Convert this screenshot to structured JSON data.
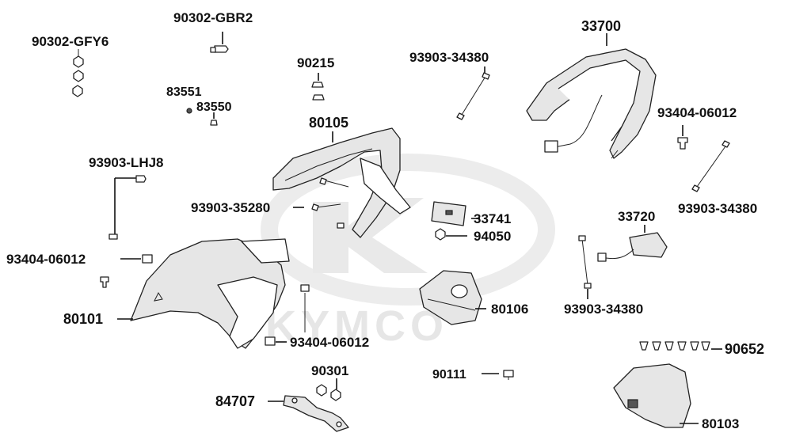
{
  "watermark": "KYMCO",
  "labels": [
    {
      "id": "lbl-90302-GFY6",
      "text": "90302-GFY6"
    },
    {
      "id": "lbl-90302-GBR2",
      "text": "90302-GBR2"
    },
    {
      "id": "lbl-83551",
      "text": "83551"
    },
    {
      "id": "lbl-83550",
      "text": "83550"
    },
    {
      "id": "lbl-90215",
      "text": "90215"
    },
    {
      "id": "lbl-93903-34380-a",
      "text": "93903-34380"
    },
    {
      "id": "lbl-33700",
      "text": "33700"
    },
    {
      "id": "lbl-80105",
      "text": "80105"
    },
    {
      "id": "lbl-93404-06012-a",
      "text": "93404-06012"
    },
    {
      "id": "lbl-93903-LHJ8",
      "text": "93903-LHJ8"
    },
    {
      "id": "lbl-93903-35280",
      "text": "93903-35280"
    },
    {
      "id": "lbl-33741",
      "text": "33741"
    },
    {
      "id": "lbl-94050",
      "text": "94050"
    },
    {
      "id": "lbl-33720",
      "text": "33720"
    },
    {
      "id": "lbl-93903-34380-b",
      "text": "93903-34380"
    },
    {
      "id": "lbl-93404-06012-b",
      "text": "93404-06012"
    },
    {
      "id": "lbl-80101",
      "text": "80101"
    },
    {
      "id": "lbl-80106",
      "text": "80106"
    },
    {
      "id": "lbl-93903-34380-c",
      "text": "93903-34380"
    },
    {
      "id": "lbl-93404-06012-c",
      "text": "93404-06012"
    },
    {
      "id": "lbl-90652",
      "text": "90652"
    },
    {
      "id": "lbl-90301",
      "text": "90301"
    },
    {
      "id": "lbl-90111",
      "text": "90111"
    },
    {
      "id": "lbl-84707",
      "text": "84707"
    },
    {
      "id": "lbl-80103",
      "text": "80103"
    }
  ]
}
